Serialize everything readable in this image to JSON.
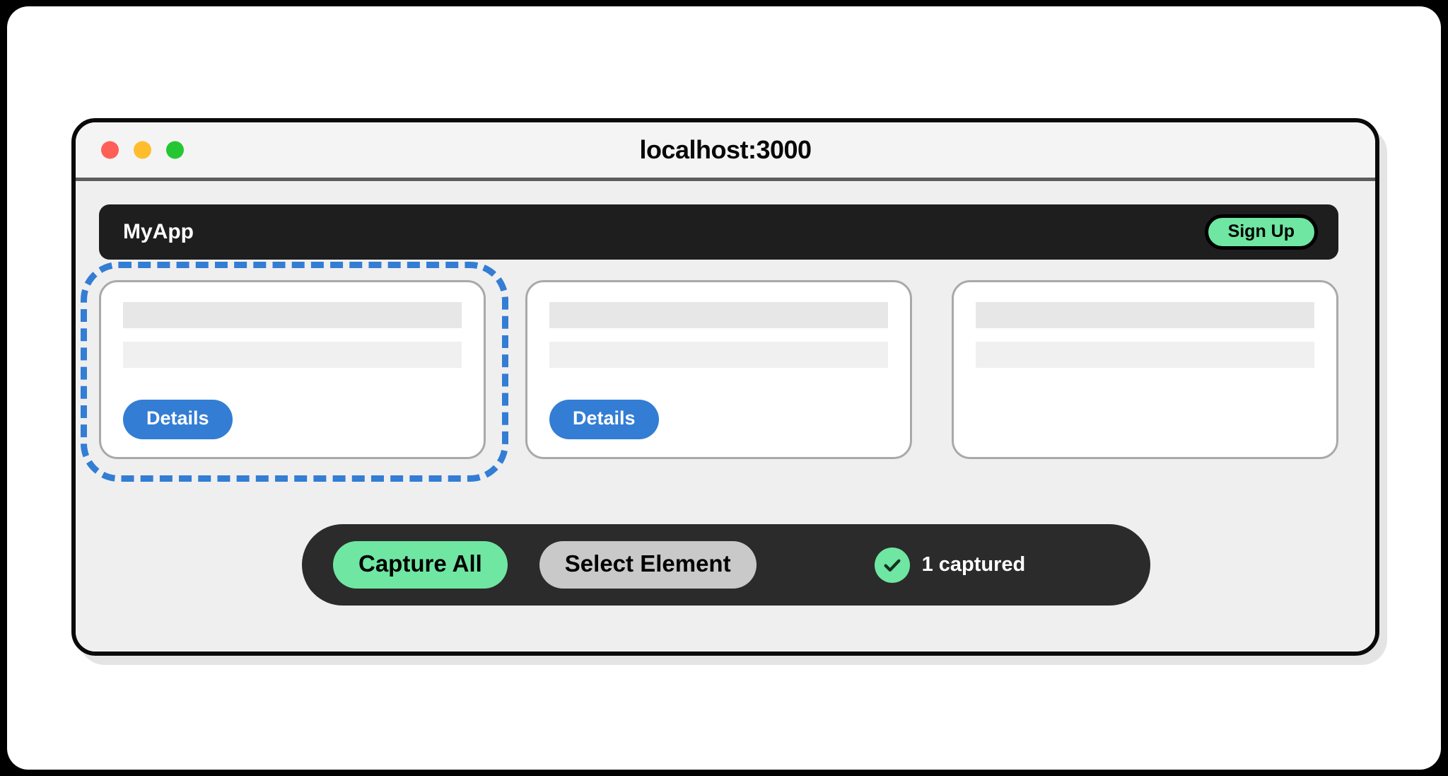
{
  "window": {
    "title": "localhost:3000",
    "traffic_lights": [
      {
        "name": "close-button",
        "color": "#ff5f57"
      },
      {
        "name": "minimize-button",
        "color": "#ffbd2e"
      },
      {
        "name": "maximize-button",
        "color": "#24c732"
      }
    ]
  },
  "app": {
    "brand": "MyApp",
    "signup_label": "Sign Up"
  },
  "cards": [
    {
      "details_label": "Details",
      "has_details": true,
      "selected": true
    },
    {
      "details_label": "Details",
      "has_details": true,
      "selected": false
    },
    {
      "details_label": "",
      "has_details": false,
      "selected": false
    }
  ],
  "toolbar": {
    "capture_all_label": "Capture All",
    "select_element_label": "Select Element",
    "status_label": "1 captured",
    "check_icon": "check-icon"
  },
  "colors": {
    "accent_blue": "#337dd4",
    "accent_green": "#6fe6a2",
    "toolbar_dark": "#2b2b2b",
    "navbar_dark": "#1e1e1e",
    "page_bg": "#efefef",
    "card_bg": "#ffffff",
    "skeleton_primary": "#e7e7e7",
    "skeleton_secondary": "#f0f0f0",
    "select_element_gray": "#c9c9c9"
  }
}
